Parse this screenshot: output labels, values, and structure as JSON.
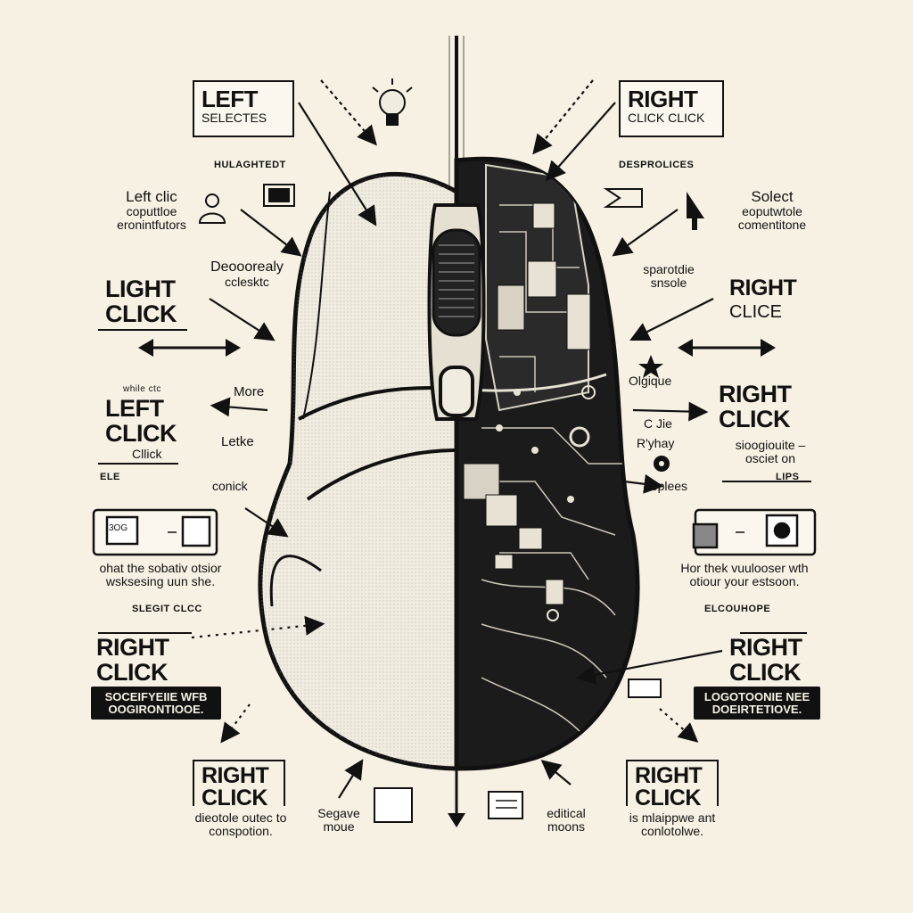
{
  "labels": {
    "top_left_title": "LEFT",
    "top_left_sub": "SELECTES",
    "top_right_title": "RIGHT",
    "top_right_sub": "CLICK CLICK",
    "hulaghtedt": "HULAGHTEDT",
    "desprolices": "DESPROLICES",
    "left_clic_1": "Left clic",
    "left_clic_2": "coputtloe",
    "left_clic_3": "eronintfutors",
    "select_1": "Solect",
    "select_2": "eoputwtole",
    "select_3": "comentitone",
    "deoorealy_1": "Deooorealy",
    "deoorealy_2": "cclesktc",
    "sparotdie_1": "sparotdie",
    "sparotdie_2": "snsole",
    "light_click_1": "LIGHT",
    "light_click_2": "CLICK",
    "right_clice_1": "RIGHT",
    "right_clice_2": "CLICE",
    "more": "More",
    "oigiique": "Olgique",
    "while_clic": "while ctc",
    "left_click_mid_1": "LEFT",
    "left_click_mid_2": "CLICK",
    "cllick": "Cllick",
    "right_click_mid_1": "RIGHT",
    "right_click_mid_2": "CLICK",
    "letke": "Letke",
    "cjie": "C Jie",
    "rryhay": "R'yhay",
    "sioogioute_1": "sioogiouite –",
    "sioogioute_2": "osciet on",
    "elei": "ELE",
    "lips": "LIPS",
    "conick": "conick",
    "eeplees": "eeplees",
    "box_left_icon": "3OG",
    "desc_left_1": "ohat the sobativ otsior",
    "desc_left_2": "wsksesing uun she.",
    "desc_right_1": "Hor thek vuulooser wth",
    "desc_right_2": "otiour your estsoon.",
    "slegit_clcc": "SLEGIT CLCC",
    "elcouhope": "ELCOUHOPE",
    "right_click_lower_left_1": "RIGHT",
    "right_click_lower_left_2": "CLICK",
    "right_click_lower_right_1": "RIGHT",
    "right_click_lower_right_2": "CLICK",
    "dark_left_1": "SOCEIFYEIIE WFB",
    "dark_left_2": "OOGIRONTIOOE.",
    "dark_right_1": "LOGOTOONIE NEE",
    "dark_right_2": "DOEIRTETIOVE.",
    "bottom_left_title_1": "RIGHT",
    "bottom_left_title_2": "CLICK",
    "bottom_left_sub_1": "dieotole outec to",
    "bottom_left_sub_2": "conspotion.",
    "bottom_right_title_1": "RIGHT",
    "bottom_right_title_2": "CLICK",
    "bottom_right_sub_1": "is mlaippwe ant",
    "bottom_right_sub_2": "conlotolwe.",
    "segave_1": "Segave",
    "segave_2": "moue",
    "editical_1": "editical",
    "editical_2": "moons"
  },
  "colors": {
    "background": "#f7f1e4",
    "ink": "#111111",
    "shell": "#f1ece0",
    "pcb": "#1b1b1b"
  },
  "icons": [
    "light-bulb-icon",
    "person-icon",
    "monitor-icon",
    "hand-icon",
    "circuit-board"
  ]
}
